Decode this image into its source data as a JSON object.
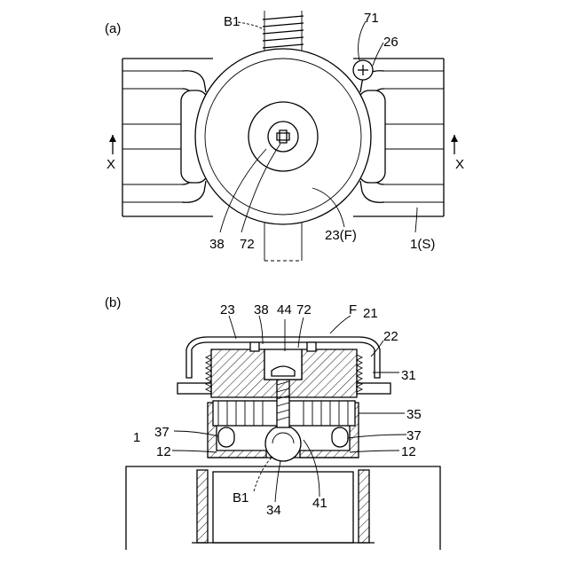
{
  "panels": {
    "a": {
      "tag": "(a)"
    },
    "b": {
      "tag": "(b)"
    }
  },
  "labels_a": {
    "b1": "B1",
    "n71": "71",
    "n26": "26",
    "x_left": "X",
    "x_right": "X",
    "n38": "38",
    "n72": "72",
    "n23f": "23(F)",
    "n1s": "1(S)"
  },
  "labels_b": {
    "n23": "23",
    "n38": "38",
    "n44": "44",
    "n72": "72",
    "f": "F",
    "n21": "21",
    "n22": "22",
    "n31": "31",
    "n35": "35",
    "n1": "1",
    "n37l": "37",
    "n37r": "37",
    "n12l": "12",
    "n12r": "12",
    "b1": "B1",
    "n34": "34",
    "n41": "41"
  }
}
